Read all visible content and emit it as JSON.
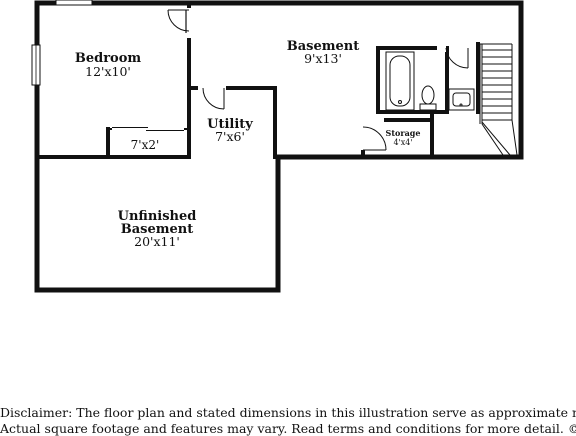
{
  "rooms": {
    "bedroom": {
      "name": "Bedroom",
      "dims": "12'x10'"
    },
    "closet": {
      "dims": "7'x2'"
    },
    "basement": {
      "name": "Basement",
      "dims": "9'x13'"
    },
    "utility": {
      "name": "Utility",
      "dims": "7'x6'"
    },
    "storage": {
      "name": "Storage",
      "dims": "4'x4'"
    },
    "unfinished": {
      "name_line1": "Unfinished",
      "name_line2": "Basement",
      "dims": "20'x11'"
    }
  },
  "disclaimer": {
    "line1": "Disclaimer: The floor plan and stated dimensions in this illustration serve as approximate measurements.",
    "line2": "Actual square footage and features may vary. Read terms and conditions for more detail. © PlanOmatic"
  }
}
